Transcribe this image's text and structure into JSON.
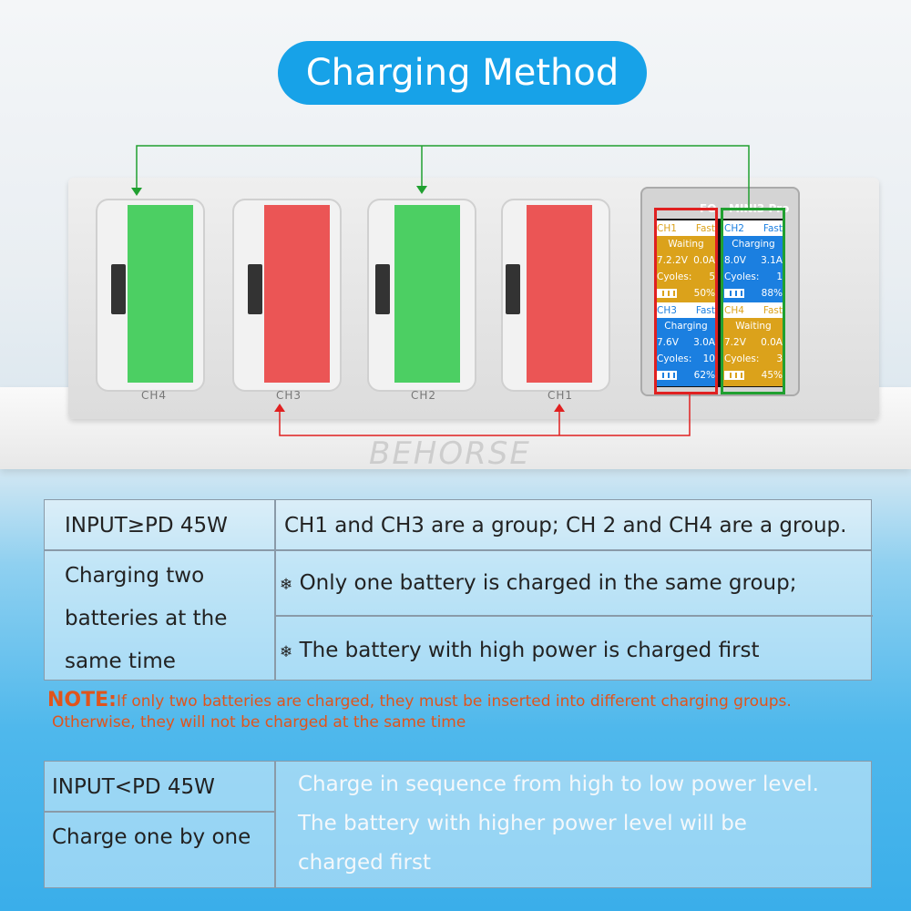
{
  "title": "Charging Method",
  "watermark": "BEHORSE",
  "slots": [
    {
      "label": "CH4",
      "state": "green"
    },
    {
      "label": "CH3",
      "state": "red"
    },
    {
      "label": "CH2",
      "state": "green"
    },
    {
      "label": "CH1",
      "state": "red"
    }
  ],
  "lcd": {
    "header_left": "FO",
    "header_right": "MINI3 Pro",
    "cells": [
      {
        "ch": "CH1",
        "mode": "Fast",
        "status": "Waiting",
        "voltage": "7.2.2V",
        "current": "0.0A",
        "cycles_label": "Cyoles:",
        "cycles": "5",
        "percent": "50%"
      },
      {
        "ch": "CH2",
        "mode": "Fast",
        "status": "Charging",
        "voltage": "8.0V",
        "current": "3.1A",
        "cycles_label": "Cyoles:",
        "cycles": "1",
        "percent": "88%"
      },
      {
        "ch": "CH3",
        "mode": "Fast",
        "status": "Charging",
        "voltage": "7.6V",
        "current": "3.0A",
        "cycles_label": "Cyoles:",
        "cycles": "10",
        "percent": "62%"
      },
      {
        "ch": "CH4",
        "mode": "Fast",
        "status": "Waiting",
        "voltage": "7.2V",
        "current": "0.0A",
        "cycles_label": "Cyoles:",
        "cycles": "3",
        "percent": "45%"
      }
    ]
  },
  "colors": {
    "accent": "#17a2e8",
    "group_red": "#e02020",
    "group_green": "#20a030",
    "waiting": "#dba21b",
    "charging": "#1b7fe0",
    "note": "#e0541c"
  },
  "table1": {
    "r1c1": "INPUT≥PD 45W",
    "r1c2": "CH1 and CH3 are a group; CH 2 and CH4 are a group.",
    "r2c1": [
      "Charging two",
      "batteries at the",
      "same time"
    ],
    "r2c2": "Only one battery is charged in the same group;",
    "r3c2": "The battery with high power is charged first",
    "bullet": "❄"
  },
  "note": {
    "label": "NOTE:",
    "line1": "If only two batteries are charged, they must be inserted into different charging groups.",
    "line2": "Otherwise, they will not be charged at the same time"
  },
  "table2": {
    "r1c1": "INPUT<PD 45W",
    "r2c1": "Charge one by one",
    "right": [
      "Charge in sequence from high to low power level.",
      "The battery with higher power level will be",
      "charged first"
    ]
  }
}
